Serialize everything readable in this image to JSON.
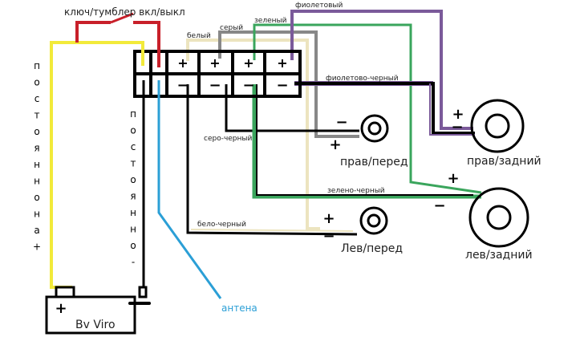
{
  "title": "Car radio wiring diagram",
  "colors": {
    "yellow": "#f2ea3a",
    "red": "#c8202a",
    "beige": "#ece4bf",
    "gray": "#888888",
    "green": "#3aa55c",
    "purple": "#7b5a9a",
    "black": "#000000",
    "blue": "#2b9fd6"
  },
  "labels": {
    "ignition": "ключ/тумблер вкл/выкл",
    "constant_plus": "постоянно на +",
    "constant_minus": "постоянно -",
    "battery": "Bv Viro",
    "antenna": "антена",
    "wire_white": "белый",
    "wire_gray": "серый",
    "wire_green": "зеленый",
    "wire_purple": "фиолетовый",
    "wire_purple_black": "фиолетово-черный",
    "wire_gray_black": "серо-черный",
    "wire_green_black": "зелено-черный",
    "wire_white_black": "бело-черный",
    "speaker_front_right": "прав/перед",
    "speaker_front_left": "Лев/перед",
    "speaker_rear_right": "прав/задний",
    "speaker_rear_left": "лев/задний"
  },
  "vertical_text": {
    "constant_plus": [
      "п",
      "о",
      "с",
      "т",
      "о",
      "я",
      "н",
      "н",
      "о",
      "н",
      "а",
      "+"
    ],
    "constant_minus": [
      "п",
      "о",
      "с",
      "т",
      "о",
      "я",
      "н",
      "н",
      "о",
      "-"
    ]
  },
  "connector": {
    "top_row": [
      "",
      "",
      "+",
      "+",
      "+",
      "+"
    ],
    "bottom_row": [
      "",
      "",
      "−",
      "−",
      "−",
      "−"
    ]
  },
  "polarity": {
    "plus": "+",
    "minus": "−"
  }
}
